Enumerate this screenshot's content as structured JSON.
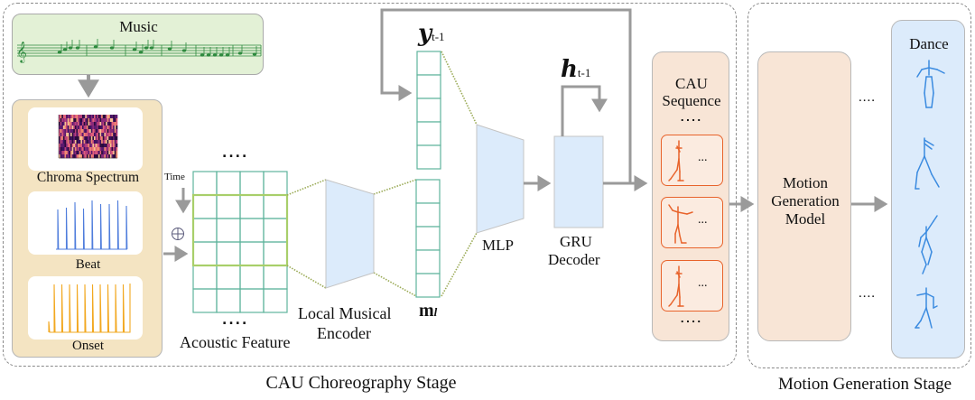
{
  "stages": {
    "choreography": {
      "label": "CAU Choreography Stage"
    },
    "motion": {
      "label": "Motion Generation Stage"
    }
  },
  "music": {
    "label": "Music",
    "icon": "music-score-icon"
  },
  "features": {
    "items": [
      {
        "label": "Chroma Spectrum",
        "icon": "chroma-spectrogram-icon",
        "color": "#7a2a7a"
      },
      {
        "label": "Beat",
        "icon": "beat-plot-icon",
        "color": "#4f7ddc"
      },
      {
        "label": "Onset",
        "icon": "onset-plot-icon",
        "color": "#f2a820"
      }
    ]
  },
  "time_label": "Time",
  "concat_symbol": "⊕",
  "ellipsis": "....",
  "acoustic_feature": {
    "label": "Acoustic Feature",
    "rows": 6,
    "cols": 4,
    "highlight_rows": [
      1,
      2,
      3
    ]
  },
  "encoder": {
    "label_line1": "Local Musical",
    "label_line2": "Encoder"
  },
  "vectors": {
    "y_prev": {
      "symbol": "y",
      "subscript": "t-1",
      "cells": 5
    },
    "m": {
      "symbol": "m",
      "subscript": "l",
      "cells": 5
    }
  },
  "mlp": {
    "label": "MLP"
  },
  "gru": {
    "label_line1": "GRU",
    "label_line2": "Decoder",
    "hidden": {
      "symbol": "h",
      "subscript": "t-1"
    }
  },
  "cau_sequence": {
    "title_line1": "CAU",
    "title_line2": "Sequence",
    "items": [
      {
        "icon": "orange-skeleton-walking-icon",
        "more": "..."
      },
      {
        "icon": "orange-skeleton-arms-out-icon",
        "more": "..."
      },
      {
        "icon": "orange-skeleton-walking-icon",
        "more": "..."
      }
    ],
    "top_ellipsis": "....",
    "bottom_ellipsis": "...."
  },
  "motion_model": {
    "line1": "Motion",
    "line2": "Generation",
    "line3": "Model"
  },
  "dance": {
    "title": "Dance",
    "skeletons": [
      "blue-skeleton-pose-1-icon",
      "blue-skeleton-pose-2-icon",
      "blue-skeleton-pose-3-icon",
      "blue-skeleton-pose-4-icon"
    ],
    "ellipsis_top": "....",
    "ellipsis_bottom": "...."
  },
  "colors": {
    "arrow": "#9a9a9a",
    "grid": "#5fb39c",
    "grid_highlight": "#a8cf6a",
    "trapezoid_fill": "#dcebfb",
    "dotted_link": "#9aaa55",
    "cau_orange": "#e8632b",
    "dance_blue": "#3b8be0"
  }
}
